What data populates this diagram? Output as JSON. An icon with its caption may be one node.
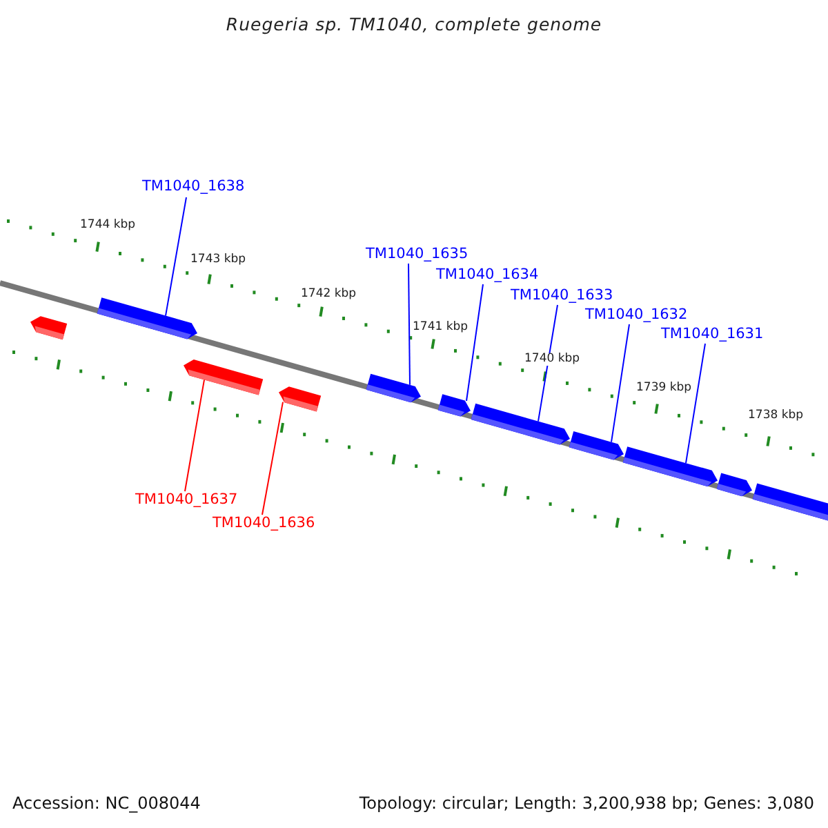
{
  "diagram": {
    "title": "Ruegeria sp. TM1040, complete genome",
    "nodes": [
      {
        "text": [
          "TM1040_1638"
        ]
      },
      {
        "text": [
          "TM1040_1635"
        ]
      },
      {
        "text": [
          "TM1040_1634"
        ]
      },
      {
        "text": [
          "TM1040_1633"
        ]
      },
      {
        "text": [
          "TM1040_1632"
        ]
      },
      {
        "text": [
          "TM1040_1631"
        ]
      },
      {
        "text": [
          "TM1040_1637"
        ]
      },
      {
        "text": [
          "TM1040_1636"
        ]
      },
      {
        "text": [],
        "shape": "bar"
      },
      {
        "text": [],
        "shape": "bar"
      },
      {
        "text": [],
        "shape": "bar"
      },
      {
        "text": [],
        "shape": "bar"
      },
      {
        "text": [],
        "shape": "bar"
      },
      {
        "text": [],
        "shape": "bar"
      },
      {
        "text": [],
        "shape": "bar"
      },
      {
        "text": [],
        "shape": "bar"
      },
      {
        "text": [],
        "shape": "bar"
      },
      {
        "text": [],
        "shape": "bar"
      },
      {
        "text": [],
        "shape": "bar"
      }
    ],
    "edges": [
      {
        "from": 0,
        "to": 9,
        "arrow": "none"
      },
      {
        "from": 1,
        "to": 12,
        "arrow": "none"
      },
      {
        "from": 2,
        "to": 13,
        "arrow": "none"
      },
      {
        "from": 3,
        "to": 14,
        "arrow": "none"
      },
      {
        "from": 4,
        "to": 15,
        "arrow": "none"
      },
      {
        "from": 5,
        "to": 16,
        "arrow": "none"
      },
      {
        "from": 6,
        "to": 10,
        "arrow": "none",
        "color": "#ff0000"
      },
      {
        "from": 7,
        "to": 11,
        "arrow": "none",
        "color": "#ff0000"
      }
    ],
    "labels": [
      "1744 kbp",
      "1743 kbp",
      "1742 kbp",
      "1741 kbp",
      "1740 kbp",
      "1739 kbp",
      "1738 kbp",
      "Accession: NC_008044",
      "Topology: circular; Length: 3,200,938 bp; Genes: 3,080"
    ]
  }
}
